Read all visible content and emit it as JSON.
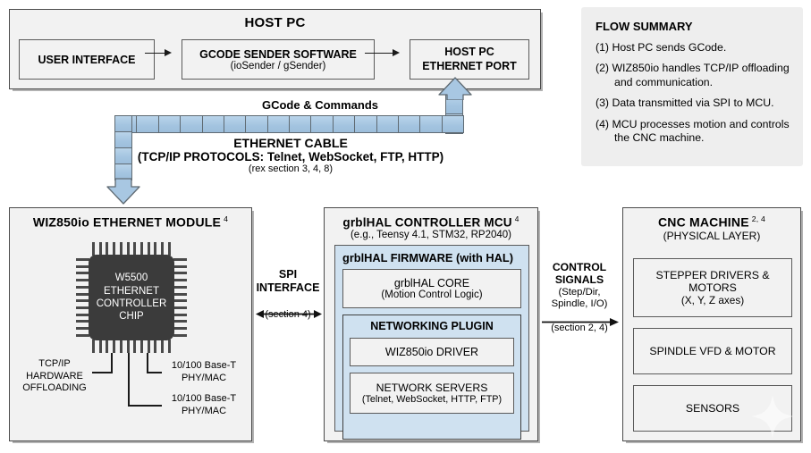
{
  "host_pc": {
    "title": "HOST PC",
    "user_interface": "USER INTERFACE",
    "gcode_sender": {
      "line1": "GCODE SENDER SOFTWARE",
      "line2": "(ioSender / gSender)"
    },
    "ethernet_port": {
      "line1": "HOST PC",
      "line2": "ETHERNET PORT"
    }
  },
  "cable": {
    "gcode_label": "GCode & Commands",
    "title": "ETHERNET CABLE",
    "protocols": "(TCP/IP PROTOCOLS: Telnet, WebSocket, FTP, HTTP)",
    "section_ref": "(rex section 3, 4, 8)"
  },
  "flow_summary": {
    "heading": "FLOW SUMMARY",
    "items": [
      "(1) Host PC sends GCode.",
      "(2) WIZ850io handles TCP/IP offloading and communication.",
      "(3) Data transmitted via SPI to MCU.",
      "(4) MCU processes motion and controls the CNC machine."
    ]
  },
  "wiz850io": {
    "title": "WIZ850io ETHERNET MODULE",
    "title_ref": "4",
    "chip": {
      "l1": "W5500",
      "l2": "ETHERNET",
      "l3": "CONTROLLER",
      "l4": "CHIP"
    },
    "caption_left": "TCP/IP HARDWARE OFFLOADING",
    "caption_left_lines": [
      "TCP/IP",
      "HARDWARE",
      "OFFLOADING"
    ],
    "caption_right_1": [
      "10/100 Base-T",
      "PHY/MAC"
    ],
    "caption_right_2": [
      "10/100 Base-T",
      "PHY/MAC"
    ]
  },
  "spi": {
    "line1": "SPI",
    "line2": "INTERFACE",
    "section": "(section 4)"
  },
  "mcu": {
    "title": "grblHAL CONTROLLER MCU",
    "title_ref": "4",
    "subtitle": "(e.g., Teensy 4.1, STM32, RP2040)",
    "firmware_title": "grblHAL FIRMWARE (with HAL)",
    "core": {
      "l1": "grblHAL CORE",
      "l2": "(Motion Control Logic)"
    },
    "networking_plugin_title": "NETWORKING PLUGIN",
    "driver": "WIZ850io DRIVER",
    "servers": {
      "l1": "NETWORK SERVERS",
      "l2": "(Telnet, WebSocket, HTTP, FTP)"
    }
  },
  "control_signals": {
    "line1": "CONTROL",
    "line2": "SIGNALS",
    "line3": "(Step/Dir,",
    "line4": "Spindle, I/O)",
    "section": "(section 2, 4)"
  },
  "cnc": {
    "title": "CNC MACHINE",
    "title_ref": "2, 4",
    "subtitle": "(PHYSICAL LAYER)",
    "steppers": {
      "l1": "STEPPER DRIVERS &",
      "l2": "MOTORS",
      "l3": "(X, Y, Z axes)"
    },
    "spindle": "SPINDLE VFD & MOTOR",
    "sensors": "SENSORS"
  },
  "colors": {
    "cable_blue": "#a3c4e0",
    "firmware_blue": "#cfe1f0",
    "panel_gray": "#f2f2f2",
    "chip_dark": "#3b3b3b",
    "flow_bg": "#eeeeee"
  }
}
